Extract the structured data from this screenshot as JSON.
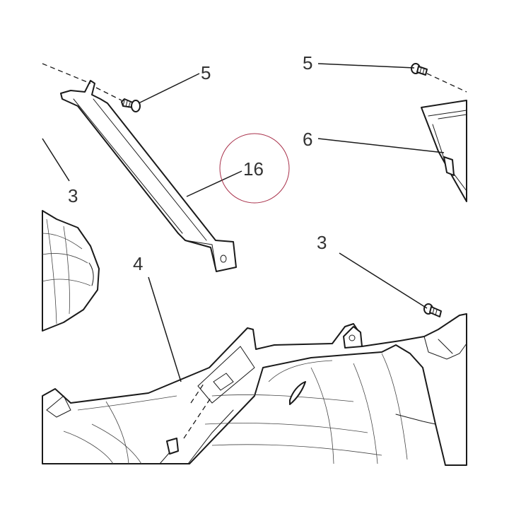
{
  "callouts": {
    "bracket_left": "16",
    "screw_left": "5",
    "screw_right": "5",
    "clip_left": "3",
    "clip_right": "3",
    "panel_lower": "4",
    "bracket_right": "6"
  },
  "colors": {
    "line": "#1a1a1a",
    "text": "#333333",
    "highlight_circle": "#a8304a",
    "background": "#ffffff"
  }
}
